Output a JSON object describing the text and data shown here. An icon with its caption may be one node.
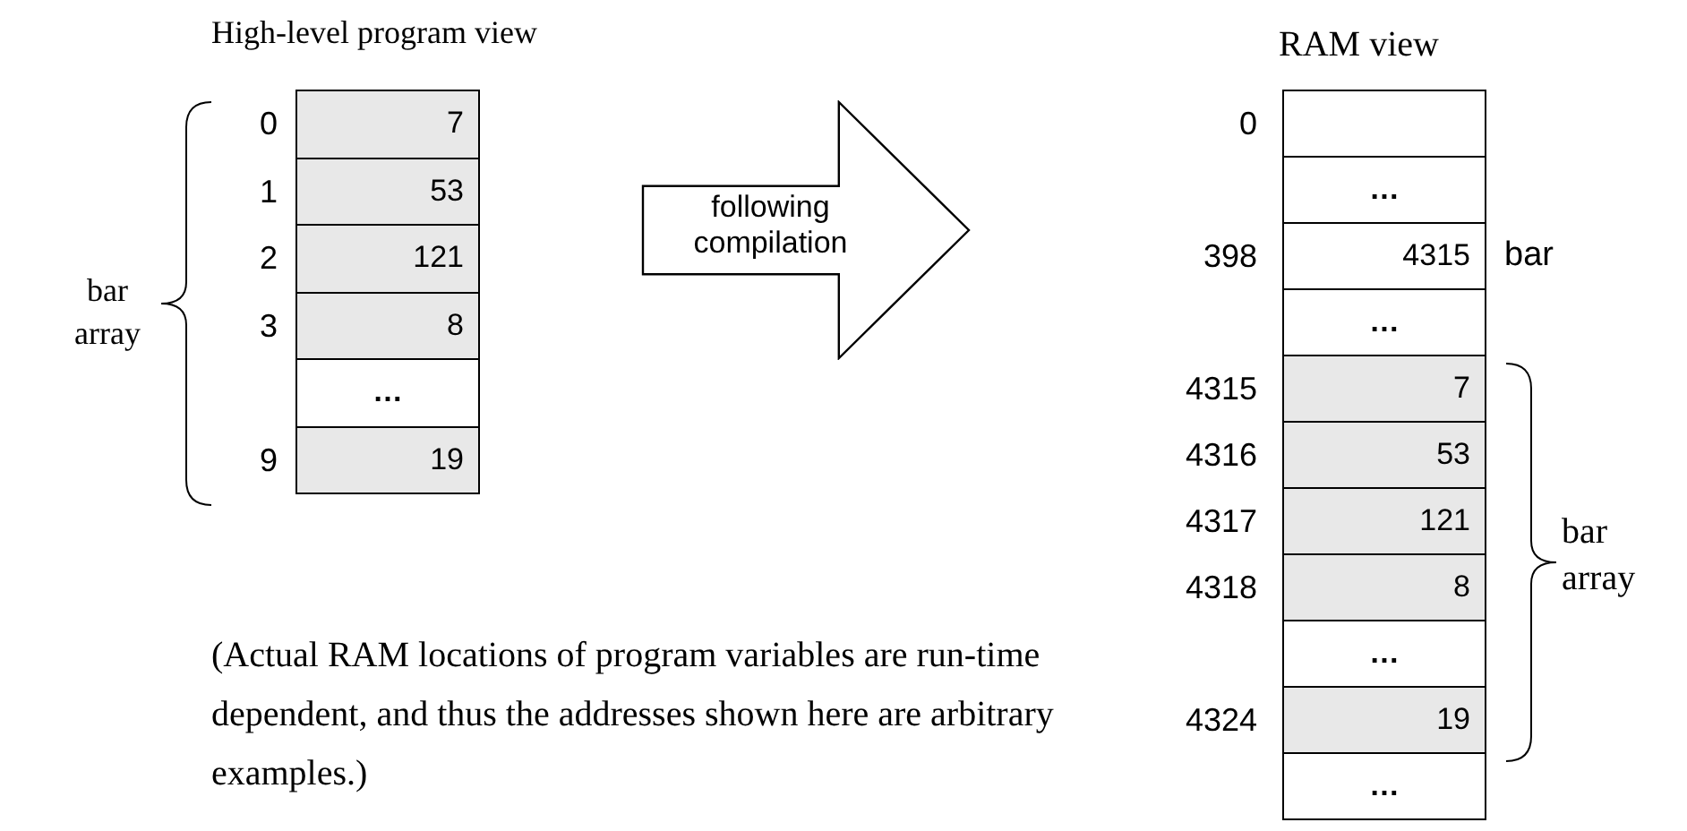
{
  "diagram": {
    "nodes": [
      {
        "text": [
          "7"
        ],
        "beside": [
          "0"
        ]
      },
      {
        "text": [
          "53"
        ],
        "beside": [
          "1"
        ]
      },
      {
        "text": [
          "121"
        ],
        "beside": [
          "2"
        ]
      },
      {
        "text": [
          "8"
        ],
        "beside": [
          "3"
        ]
      },
      {
        "text": [
          "…"
        ]
      },
      {
        "text": [
          "19"
        ],
        "beside": [
          "9"
        ]
      },
      {
        "text": [
          "following compilation"
        ]
      },
      {
        "text": [],
        "shape": "box",
        "beside": [
          "0"
        ]
      },
      {
        "text": [
          "…"
        ]
      },
      {
        "text": [
          "4315"
        ],
        "beside": [
          "398",
          "bar"
        ]
      },
      {
        "text": [
          "…"
        ]
      },
      {
        "text": [
          "7"
        ],
        "beside": [
          "4315"
        ]
      },
      {
        "text": [
          "53"
        ],
        "beside": [
          "4316"
        ]
      },
      {
        "text": [
          "121"
        ],
        "beside": [
          "4317"
        ]
      },
      {
        "text": [
          "8"
        ],
        "beside": [
          "4318"
        ]
      },
      {
        "text": [
          "…"
        ]
      },
      {
        "text": [
          "19"
        ],
        "beside": [
          "4324"
        ]
      },
      {
        "text": [
          "…"
        ]
      }
    ],
    "labels": [
      "High-level program view",
      "RAM view",
      "bar array",
      "bar array",
      "(Actual RAM locations of program variables are run-time dependent, and thus the addresses shown here are arbitrary examples.)"
    ]
  }
}
